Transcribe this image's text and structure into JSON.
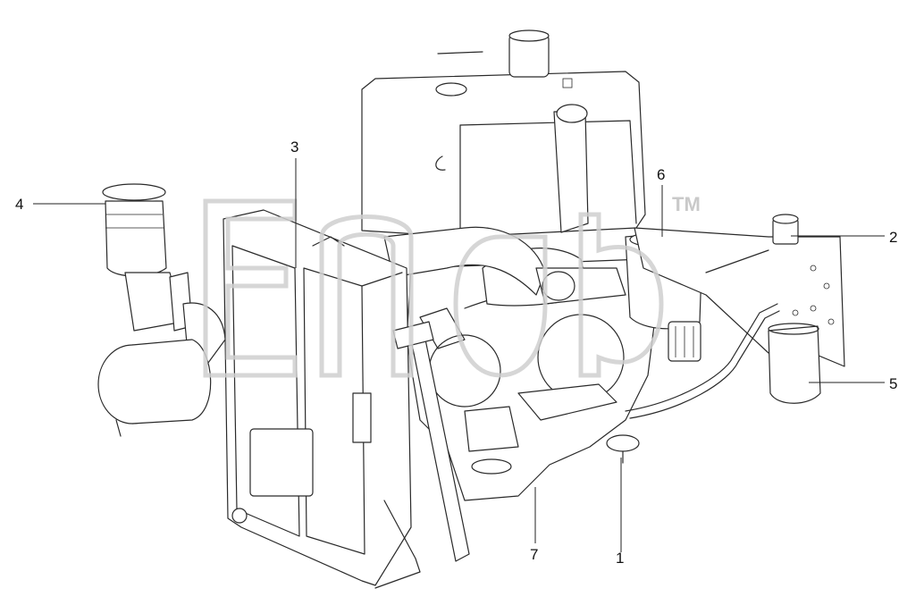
{
  "diagram": {
    "callouts": [
      {
        "id": "c1",
        "label": "1"
      },
      {
        "id": "c2",
        "label": "2"
      },
      {
        "id": "c3",
        "label": "3"
      },
      {
        "id": "c4",
        "label": "4"
      },
      {
        "id": "c5",
        "label": "5"
      },
      {
        "id": "c6",
        "label": "6"
      },
      {
        "id": "c7",
        "label": "7"
      }
    ],
    "watermark_mark": "TM"
  }
}
